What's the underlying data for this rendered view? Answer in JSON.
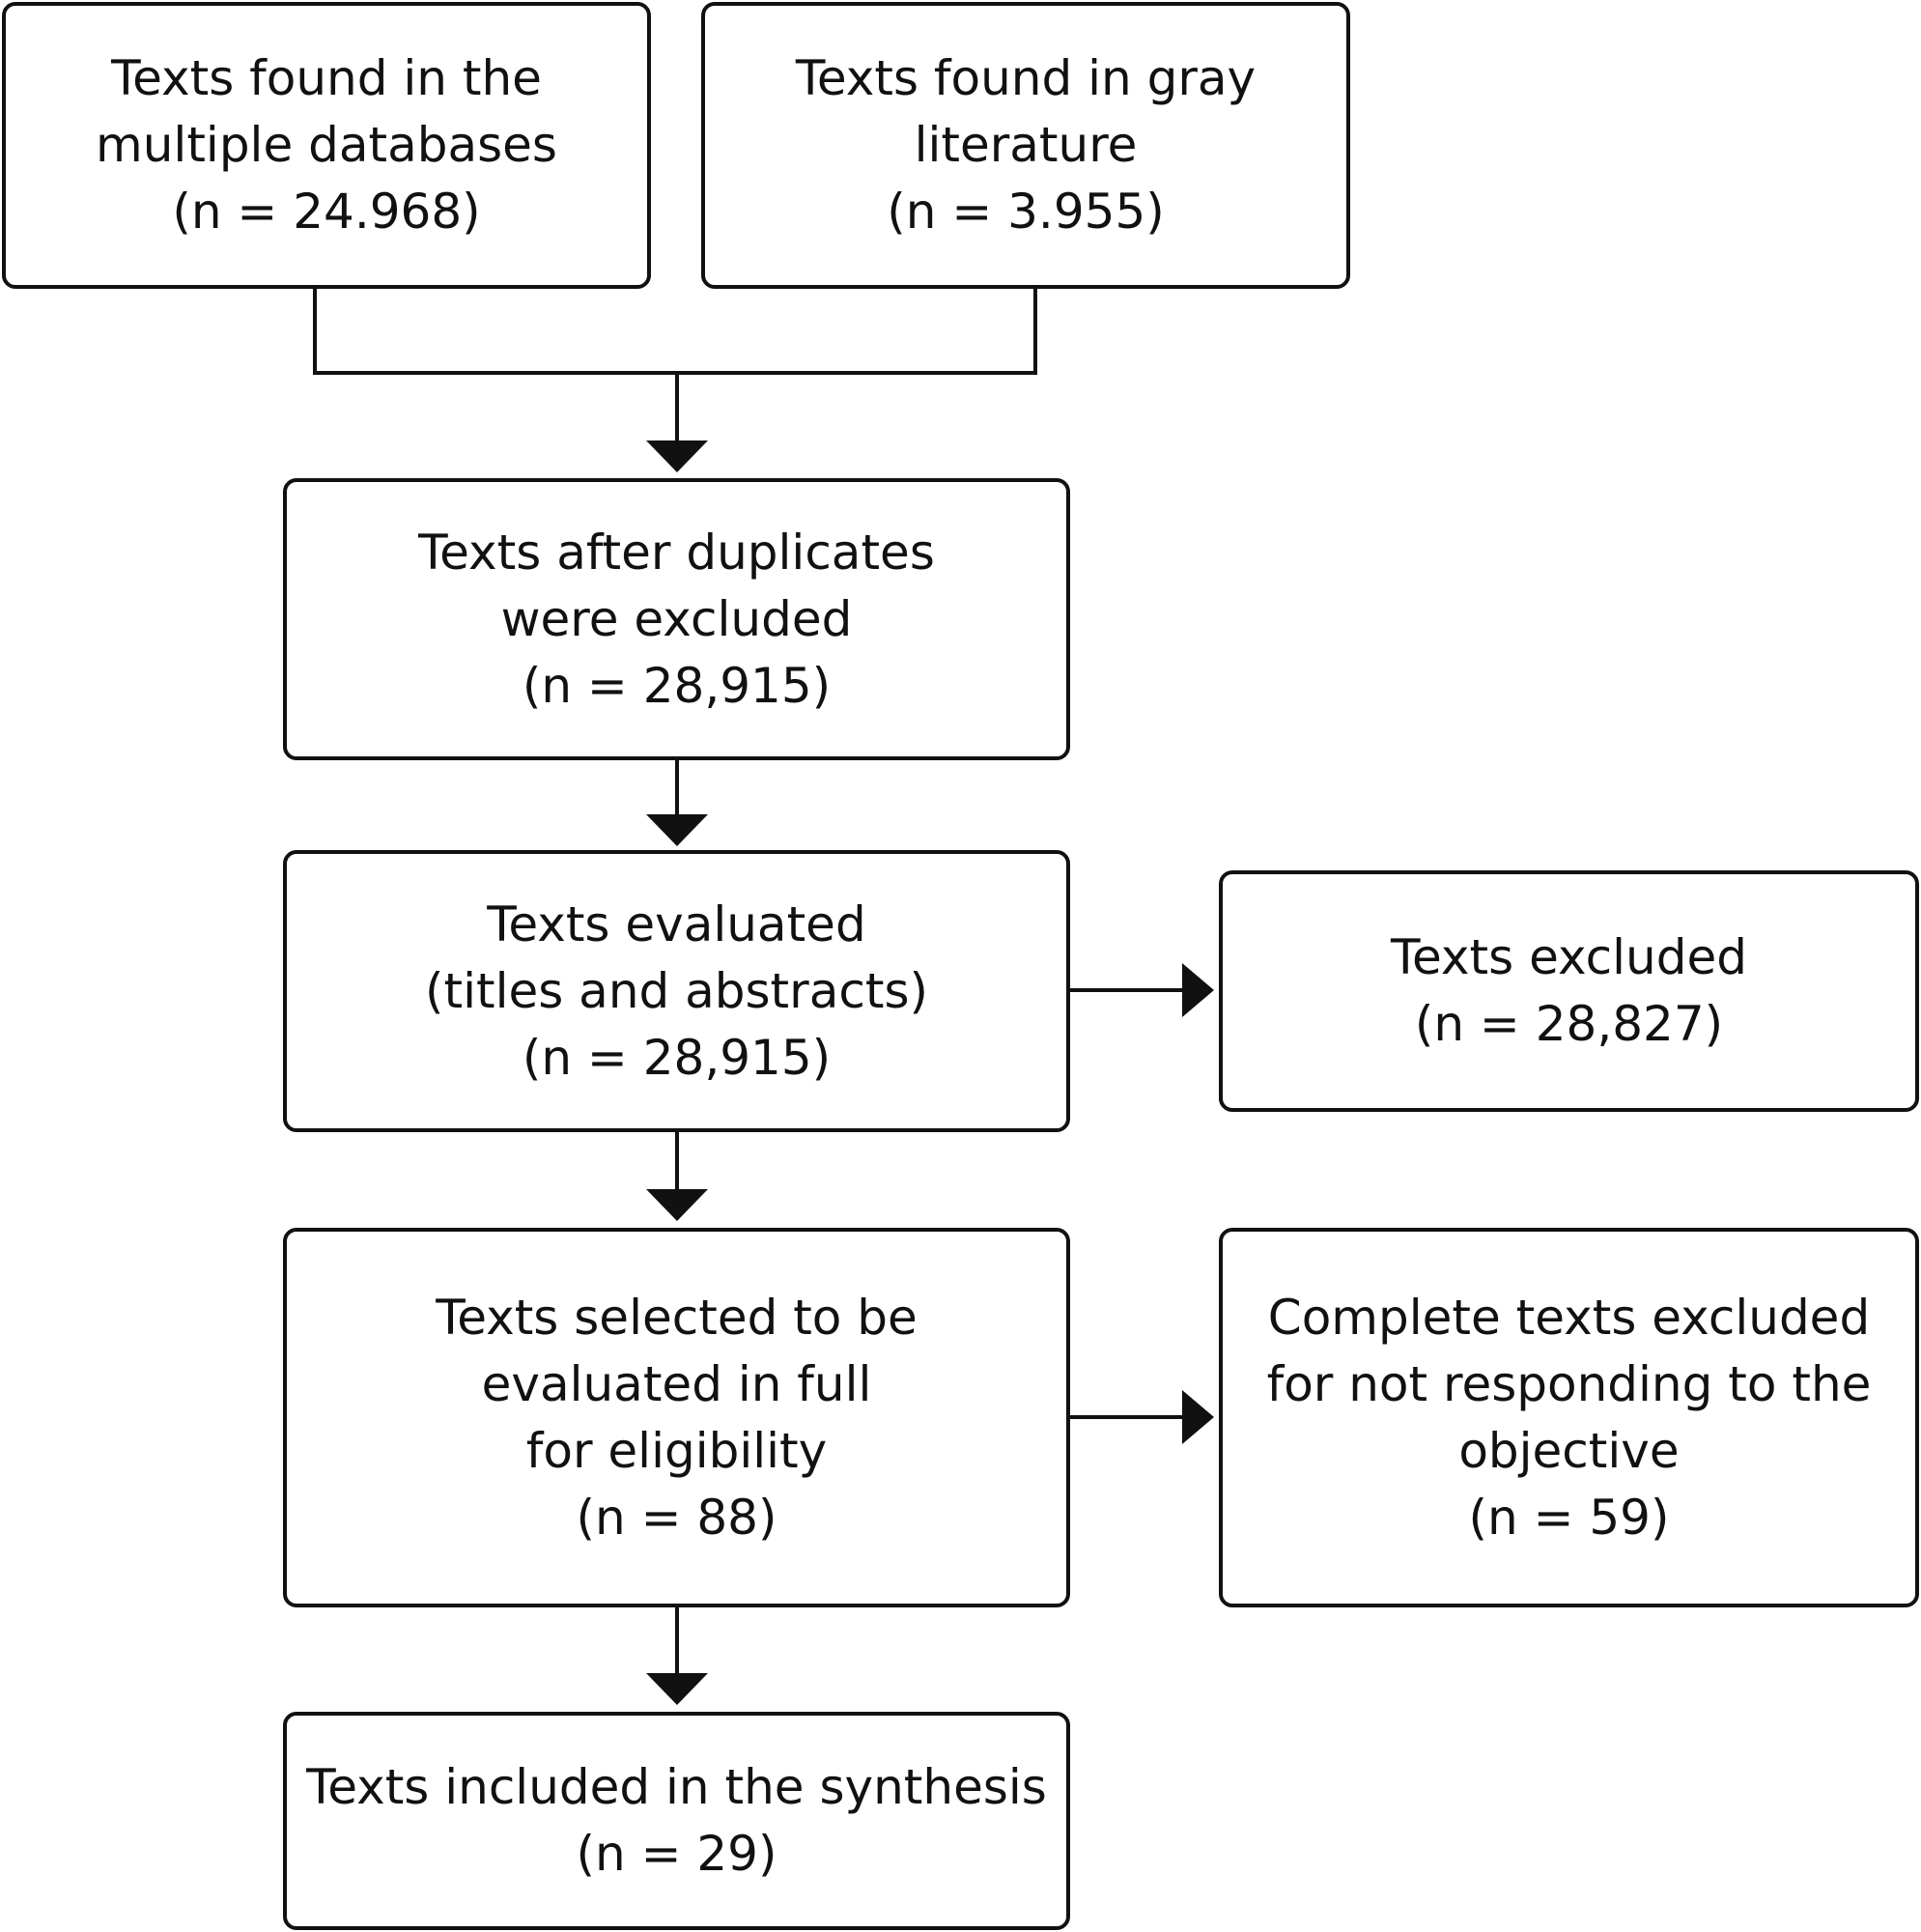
{
  "diagram": {
    "boxes": {
      "databases": {
        "lines": [
          "Texts found in the",
          "multiple databases",
          "(n = 24.968)"
        ]
      },
      "gray_literature": {
        "lines": [
          "Texts found in gray",
          "literature",
          "(n = 3.955)"
        ]
      },
      "after_duplicates": {
        "lines": [
          "Texts after duplicates",
          "were excluded",
          "(n = 28,915)"
        ]
      },
      "evaluated": {
        "lines": [
          "Texts evaluated",
          "(titles and abstracts)",
          "(n = 28,915)"
        ]
      },
      "excluded": {
        "lines": [
          "Texts excluded",
          "(n = 28,827)"
        ]
      },
      "full_text": {
        "lines": [
          "Texts selected to be",
          "evaluated in full",
          "for eligibility",
          "(n = 88)"
        ]
      },
      "full_text_excluded": {
        "lines": [
          "Complete texts excluded",
          "for not responding to the",
          "objective",
          "(n = 59)"
        ]
      },
      "included": {
        "lines": [
          "Texts included in the synthesis",
          "(n = 29)"
        ]
      }
    }
  }
}
